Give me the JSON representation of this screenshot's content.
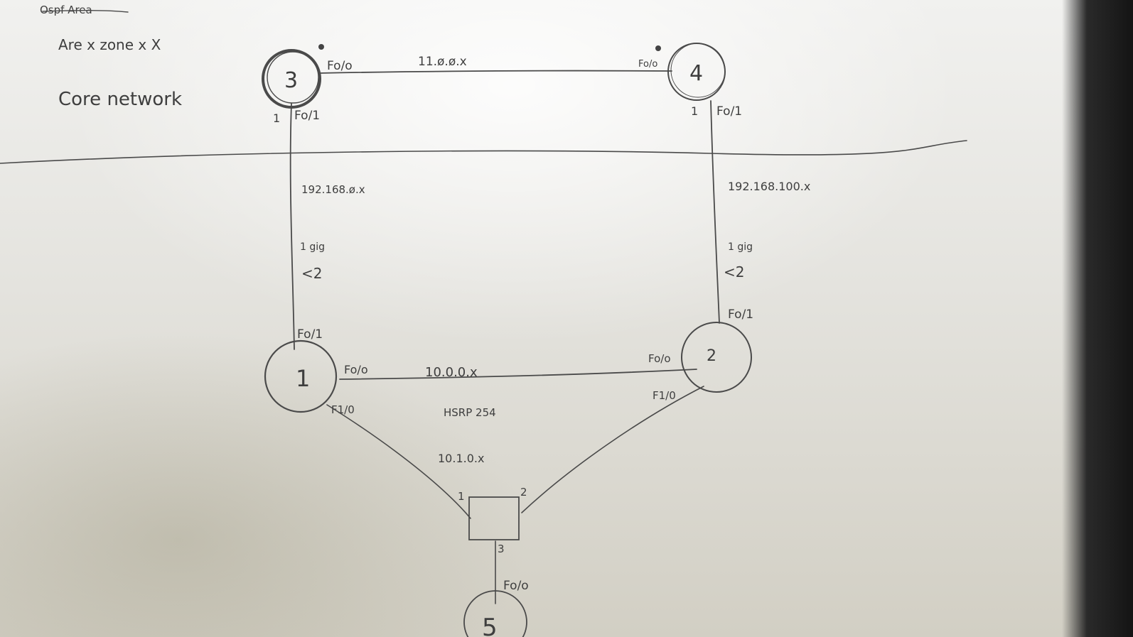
{
  "notes": {
    "struck_title": "Ospf Area",
    "area_line": "Are x zone x X",
    "core_label": "Core network"
  },
  "nodes": [
    {
      "id": "3",
      "label": "3"
    },
    {
      "id": "4",
      "label": "4"
    },
    {
      "id": "1",
      "label": "1"
    },
    {
      "id": "2",
      "label": "2"
    },
    {
      "id": "5",
      "label": "5"
    }
  ],
  "links": {
    "r3_r4_network": "11.ø.ø.x",
    "r3_port": "Fo/o",
    "r4_port": "Fo/o",
    "r3_r1_network": "192.168.ø.x",
    "r3_down_num": "1",
    "r3_down_port": "Fo/1",
    "r4_r2_network": "192.168.100.x",
    "r4_down_num": "1",
    "r4_down_port": "Fo/1",
    "r1_up_port": "Fo/1",
    "r2_up_port": "Fo/1",
    "left_speed_a": "1 gig",
    "left_speed_b": "<2",
    "right_speed_a": "1 gig",
    "right_speed_b": "<2",
    "r1_r2_network": "10.0.0.x",
    "r1_right_port": "Fo/o",
    "r2_left_port": "Fo/o",
    "hsrp": "HSRP 254",
    "r1_down_port": "F1/0",
    "r2_down_port": "F1/0",
    "lan_network": "10.1.0.x",
    "switch_port_1": "1",
    "switch_port_2": "2",
    "switch_port_3": "3",
    "r5_port": "Fo/o"
  }
}
